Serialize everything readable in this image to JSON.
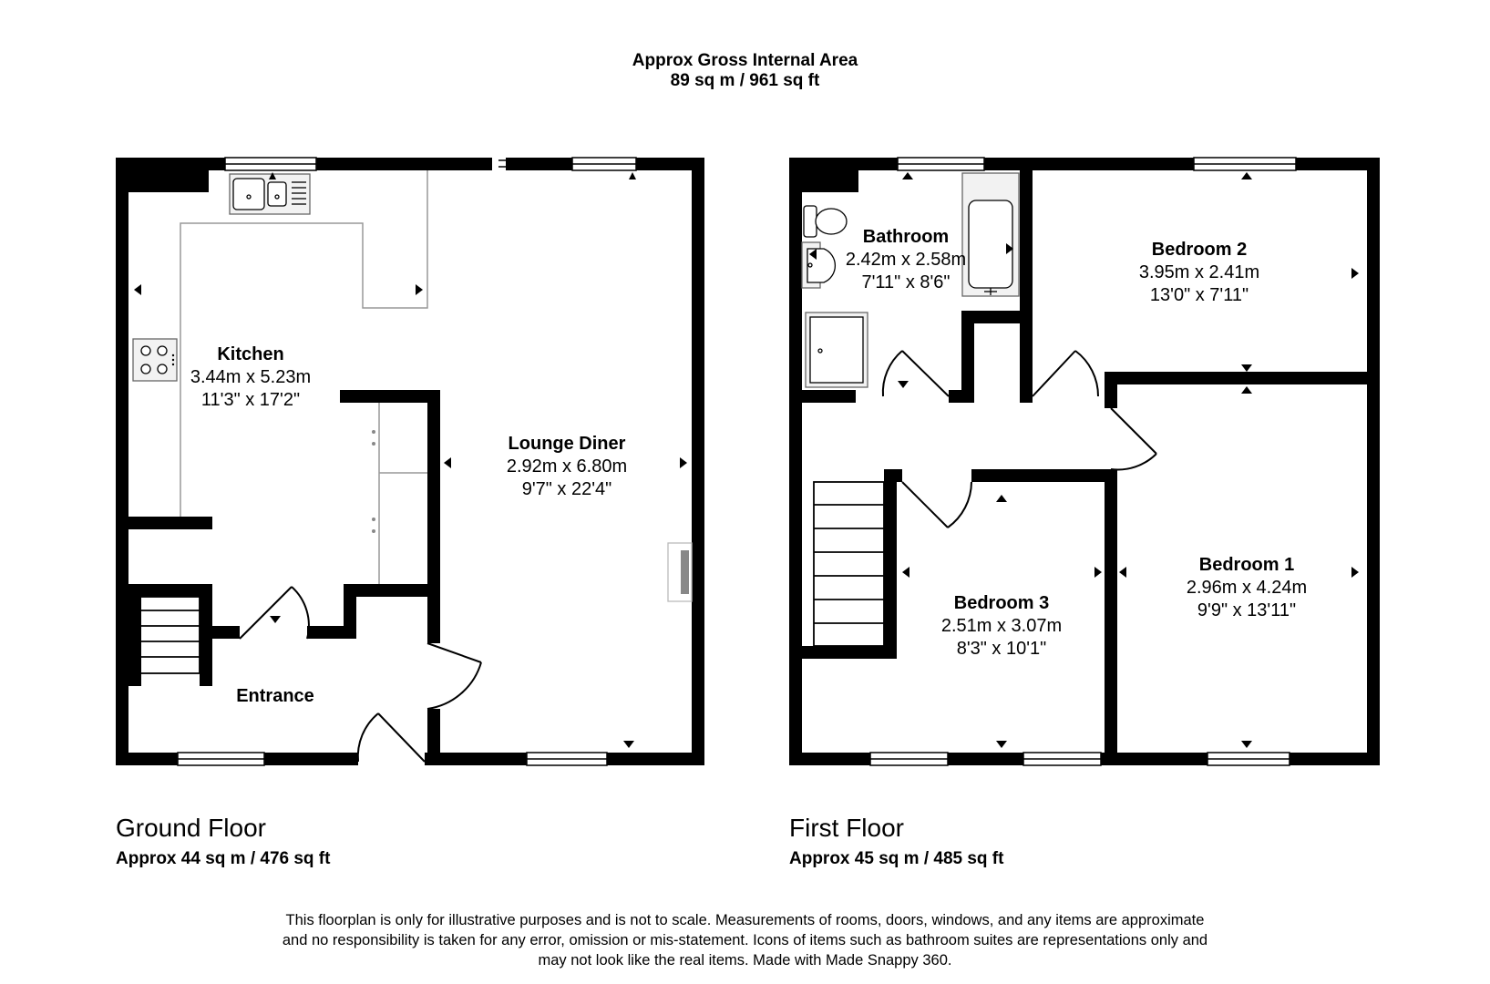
{
  "header": {
    "title": "Approx Gross Internal Area",
    "area": "89 sq m / 961 sq ft"
  },
  "ground_floor": {
    "title": "Ground Floor",
    "area": "Approx 44 sq m / 476 sq ft",
    "rooms": {
      "kitchen": {
        "name": "Kitchen",
        "metric": "3.44m x 5.23m",
        "imperial": "11'3\" x 17'2\""
      },
      "lounge": {
        "name": "Lounge Diner",
        "metric": "2.92m x 6.80m",
        "imperial": "9'7\" x 22'4\""
      },
      "entrance": {
        "name": "Entrance"
      }
    }
  },
  "first_floor": {
    "title": "First Floor",
    "area": "Approx 45 sq m / 485 sq ft",
    "rooms": {
      "bathroom": {
        "name": "Bathroom",
        "metric": "2.42m x 2.58m",
        "imperial": "7'11\" x 8'6\""
      },
      "bedroom2": {
        "name": "Bedroom 2",
        "metric": "3.95m x 2.41m",
        "imperial": "13'0\" x 7'11\""
      },
      "bedroom1": {
        "name": "Bedroom 1",
        "metric": "2.96m x 4.24m",
        "imperial": "9'9\" x 13'11\""
      },
      "bedroom3": {
        "name": "Bedroom 3",
        "metric": "2.51m x 3.07m",
        "imperial": "8'3\" x 10'1\""
      }
    }
  },
  "disclaimer": {
    "line1": "This floorplan is only for illustrative purposes and is not to scale. Measurements of rooms, doors, windows, and any items are approximate",
    "line2": "and no responsibility is taken for any error, omission or mis-statement. Icons of items such as bathroom suites are representations only and",
    "line3": "may not look like the real items. Made with Made Snappy 360."
  },
  "colors": {
    "wall": "#000000",
    "fixture_line": "#999999",
    "background": "#ffffff"
  }
}
